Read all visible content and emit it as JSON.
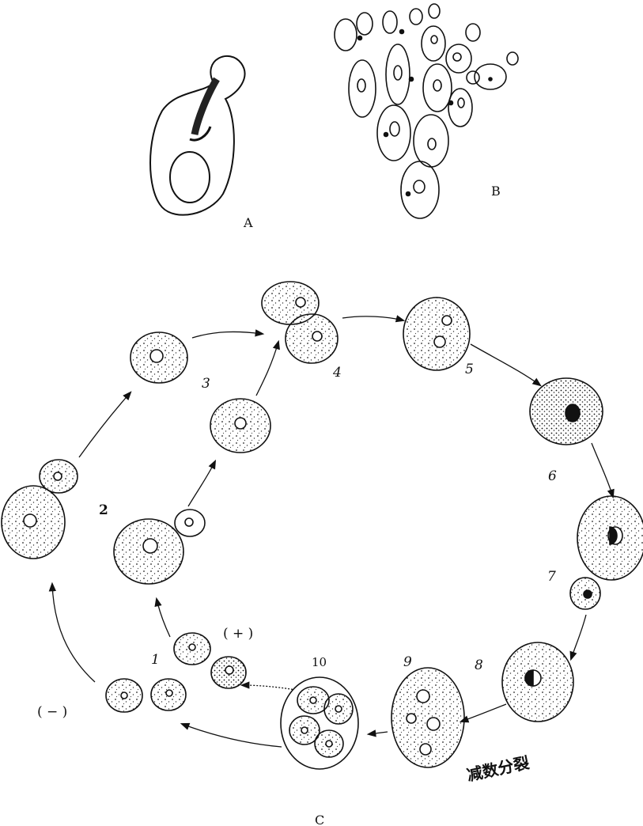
{
  "figure": {
    "panel_labels": {
      "a": "A",
      "b": "B",
      "c": "C"
    },
    "stage_labels": [
      "1",
      "2",
      "3",
      "4",
      "5",
      "6",
      "7",
      "8",
      "9",
      "10"
    ],
    "mating_types": {
      "plus": "( + )",
      "minus": "( − )"
    },
    "meiosis_label": "减数分裂"
  }
}
